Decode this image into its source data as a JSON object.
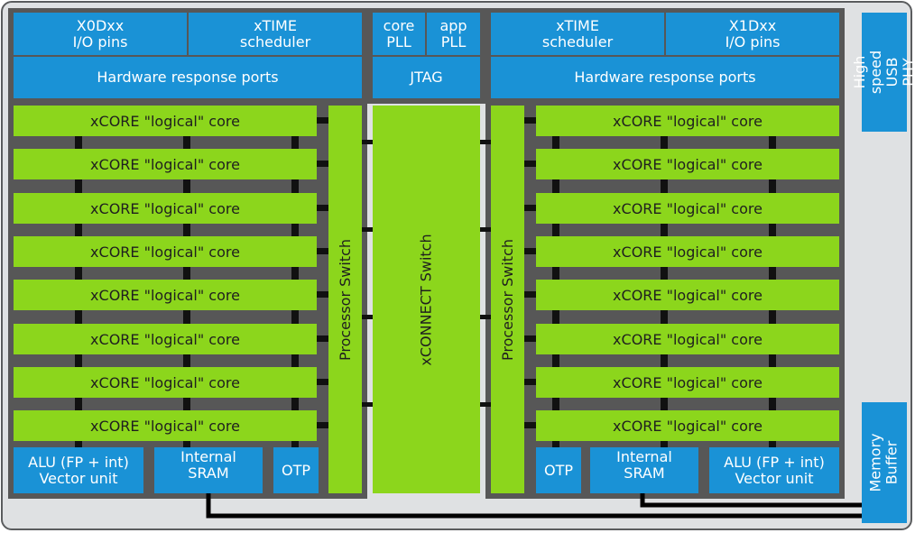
{
  "tile0": {
    "io_pins": "X0Dxx\nI/O pins",
    "scheduler": "xTIME\nscheduler",
    "hw_ports": "Hardware response ports",
    "cores": [
      "xCORE \"logical\" core",
      "xCORE \"logical\" core",
      "xCORE \"logical\" core",
      "xCORE \"logical\" core",
      "xCORE \"logical\" core",
      "xCORE \"logical\" core",
      "xCORE \"logical\" core",
      "xCORE \"logical\" core"
    ],
    "processor_switch": "Processor Switch",
    "alu": "ALU (FP + int)\nVector unit",
    "sram": "Internal\nSRAM",
    "otp": "OTP"
  },
  "center": {
    "core_pll": "core\nPLL",
    "app_pll": "app\nPLL",
    "jtag": "JTAG",
    "xconnect": "xCONNECT Switch"
  },
  "tile1": {
    "scheduler": "xTIME\nscheduler",
    "io_pins": "X1Dxx\nI/O pins",
    "hw_ports": "Hardware response ports",
    "cores": [
      "xCORE \"logical\" core",
      "xCORE \"logical\" core",
      "xCORE \"logical\" core",
      "xCORE \"logical\" core",
      "xCORE \"logical\" core",
      "xCORE \"logical\" core",
      "xCORE \"logical\" core",
      "xCORE \"logical\" core"
    ],
    "processor_switch": "Processor Switch",
    "otp": "OTP",
    "sram": "Internal\nSRAM",
    "alu": "ALU (FP + int)\nVector unit"
  },
  "usb_phy": "High speed\nUSB PHY",
  "memory_buffer": "Memory\nBuffer",
  "colors": {
    "block_blue": "#1a92d6",
    "core_green": "#8cd61c",
    "tile_gray": "#575757",
    "chip_bg": "#dfe1e3"
  }
}
